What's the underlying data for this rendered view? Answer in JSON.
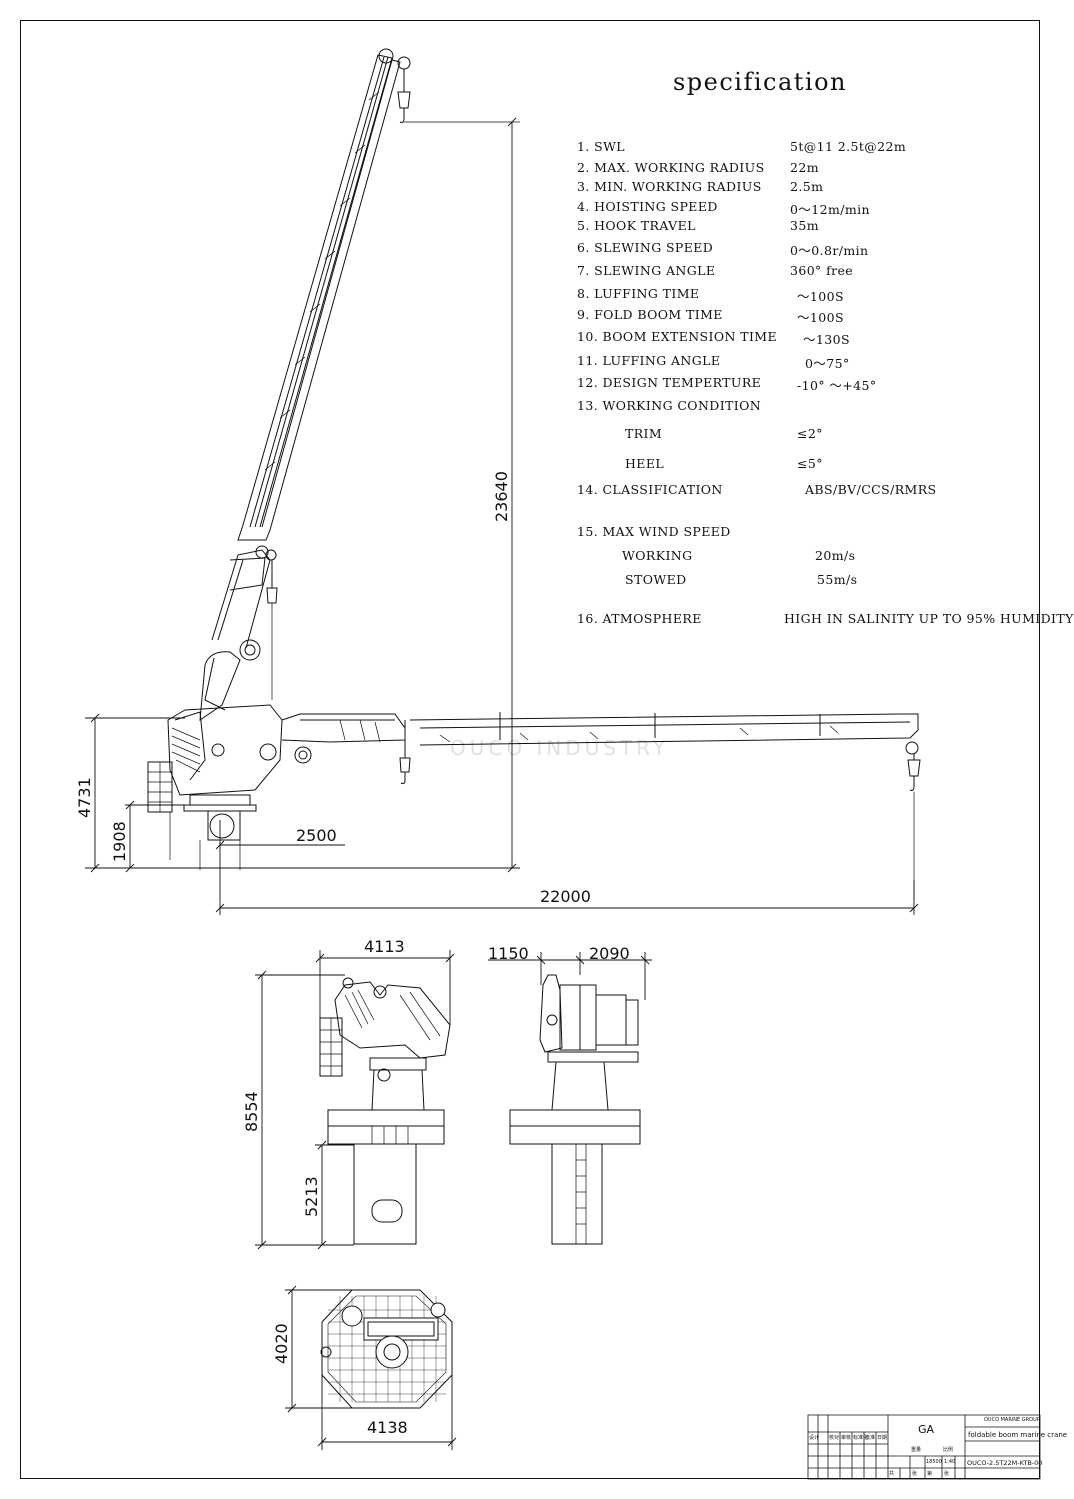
{
  "title": "specification",
  "specs": [
    {
      "label": "1.  SWL",
      "value": "5t@11 2.5t@22m"
    },
    {
      "label": "2.  MAX. WORKING RADIUS",
      "value": "22m"
    },
    {
      "label": "3.  MIN. WORKING RADIUS",
      "value": "2.5m"
    },
    {
      "label": "4.  HOISTING SPEED",
      "value": "0～12m/min"
    },
    {
      "label": "5.  HOOK TRAVEL",
      "value": "35m"
    },
    {
      "label": "6.  SLEWING SPEED",
      "value": "0～0.8r/min"
    },
    {
      "label": "7.  SLEWING ANGLE",
      "value": "360°  free"
    },
    {
      "label": "8.  LUFFING TIME",
      "value": "～100S"
    },
    {
      "label": "9.  FOLD BOOM TIME",
      "value": "～100S"
    },
    {
      "label": "10.  BOOM EXTENSION TIME",
      "value": "～130S"
    },
    {
      "label": "11.  LUFFING ANGLE",
      "value": "0～75°"
    },
    {
      "label": "12.  DESIGN TEMPERTURE",
      "value": "-10° ～+45°"
    },
    {
      "label": "13.  WORKING CONDITION",
      "value": ""
    },
    {
      "label": "TRIM",
      "value": "≤2°"
    },
    {
      "label": "HEEL",
      "value": "≤5°"
    },
    {
      "label": "14.  CLASSIFICATION",
      "value": "ABS/BV/CCS/RMRS"
    },
    {
      "label": "15.  MAX WIND SPEED",
      "value": ""
    },
    {
      "label": "WORKING",
      "value": "20m/s"
    },
    {
      "label": "STOWED",
      "value": "55m/s"
    },
    {
      "label": "16.  ATMOSPHERE",
      "value": "HIGH IN SALINITY UP TO 95% HUMIDITY"
    }
  ],
  "dimensions": {
    "height_main": "23640",
    "height_base": "4731",
    "height_pedestal": "1908",
    "min_radius": "2500",
    "max_radius": "22000",
    "width_front": "4113",
    "side_left": "1150",
    "side_right": "2090",
    "height_total": "8554",
    "height_column": "5213",
    "plan_depth": "4020",
    "plan_width": "4138"
  },
  "watermark": "OUCO INDUSTRY",
  "title_block": {
    "code": "GA",
    "company": "OUCO MARINE GROUP",
    "drawing_name": "foldable boom marine crane",
    "drawing_no": "OUCO-2.5T22M-KTB-00",
    "weight": "18500",
    "scale": "1:40",
    "small_labels": [
      "设计",
      "校对",
      "审核",
      "标准化",
      "批准",
      "日期",
      "重量",
      "比例",
      "共",
      "张",
      "第",
      "张"
    ]
  }
}
